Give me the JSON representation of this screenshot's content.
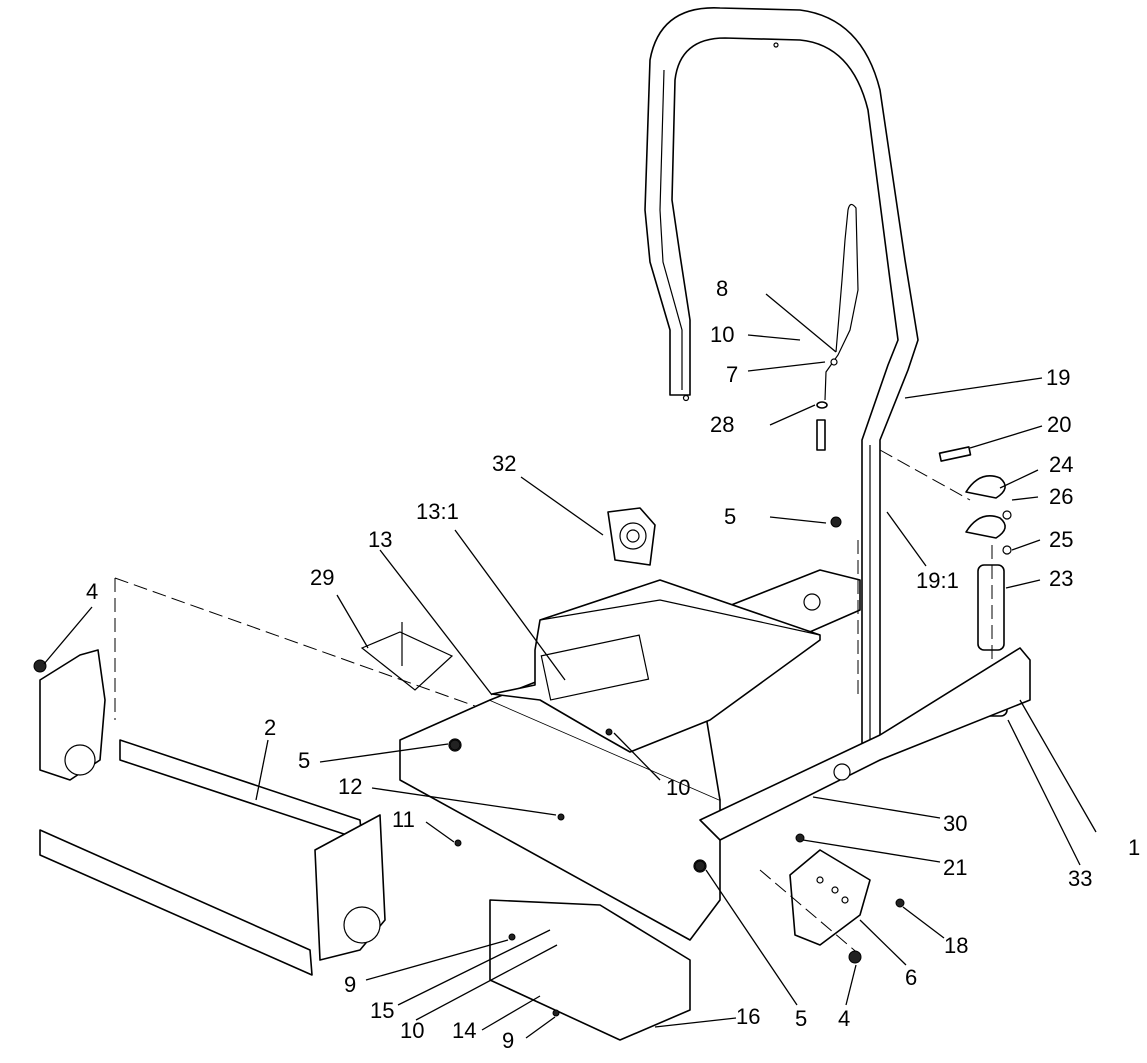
{
  "diagram": {
    "callouts": {
      "c8": "8",
      "c10a": "10",
      "c7": "7",
      "c28": "28",
      "c19": "19",
      "c20": "20",
      "c24": "24",
      "c26": "26",
      "c25": "25",
      "c23": "23",
      "c19_1": "19:1",
      "c5a": "5",
      "c32": "32",
      "c13_1": "13:1",
      "c13": "13",
      "c29": "29",
      "c4a": "4",
      "c2": "2",
      "c5b": "5",
      "c12": "12",
      "c10b": "10",
      "c11": "11",
      "c30": "30",
      "c21": "21",
      "c33": "33",
      "c1": "1",
      "c18": "18",
      "c6": "6",
      "c4b": "4",
      "c5c": "5",
      "c16": "16",
      "c9a": "9",
      "c15": "15",
      "c10c": "10",
      "c14": "14",
      "c9b": "9"
    }
  }
}
